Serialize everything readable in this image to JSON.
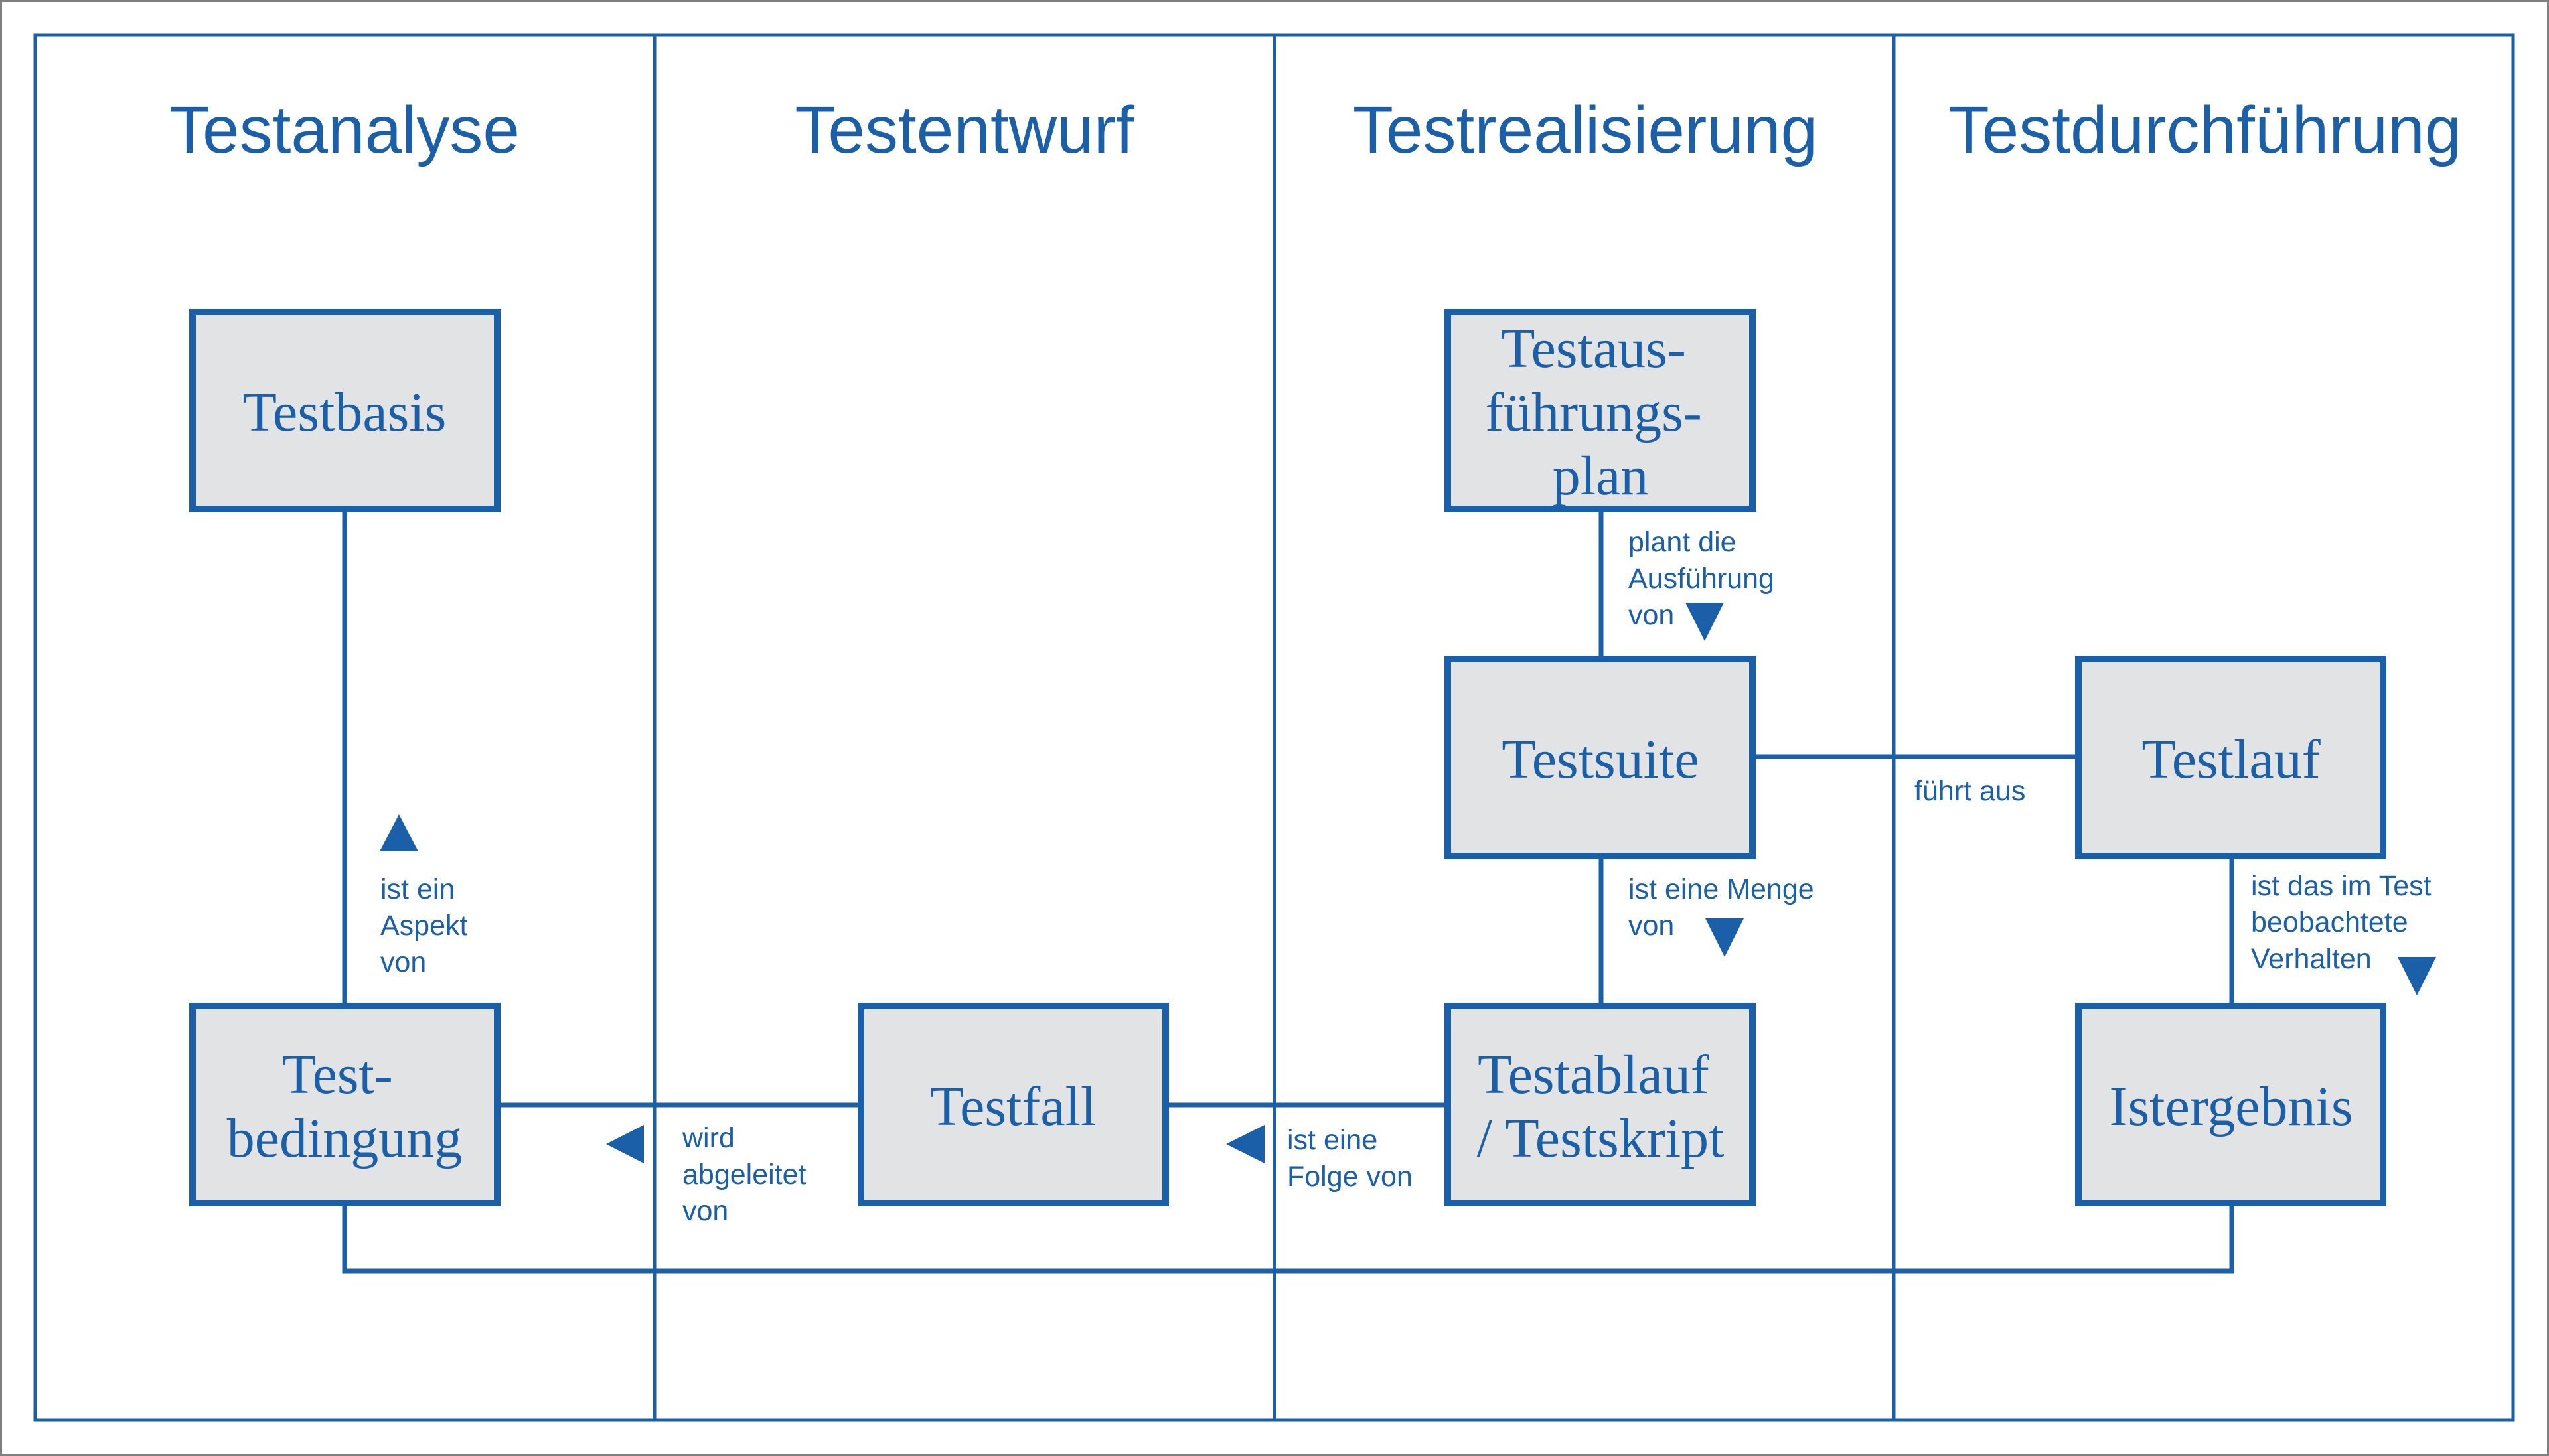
{
  "columns": [
    {
      "title": "Testanalyse"
    },
    {
      "title": "Testentwurf"
    },
    {
      "title": "Testrealisierung"
    },
    {
      "title": "Testdurchführung"
    }
  ],
  "boxes": {
    "testbasis": [
      "Testbasis"
    ],
    "testbedingung": [
      "Test-",
      "bedingung"
    ],
    "testfall": [
      "Testfall"
    ],
    "testausfuehrungsplan": [
      "Testaus-",
      "führungs-",
      "plan"
    ],
    "testsuite": [
      "Testsuite"
    ],
    "testablauf": [
      "Testablauf",
      "/ Testskript"
    ],
    "testlauf": [
      "Testlauf"
    ],
    "istergebnis": [
      "Istergebnis"
    ]
  },
  "relations": {
    "aspekt": [
      "ist ein",
      "Aspekt",
      "von"
    ],
    "abgeleitet": [
      "wird",
      "abgeleitet",
      "von"
    ],
    "folge": [
      "ist eine",
      "Folge von"
    ],
    "plant": [
      "plant die",
      "Ausführung",
      "von"
    ],
    "menge": [
      "ist eine Menge",
      "von"
    ],
    "fuehrt": [
      "führt aus"
    ],
    "beobachtet": [
      "ist das im Test",
      "beobachtete",
      "Verhalten"
    ]
  },
  "colors": {
    "accent": "#1a5fa8",
    "box_fill": "#e2e3e4",
    "frame": "#808080"
  },
  "icons": {
    "arrow": "triangle-arrow-icon"
  }
}
